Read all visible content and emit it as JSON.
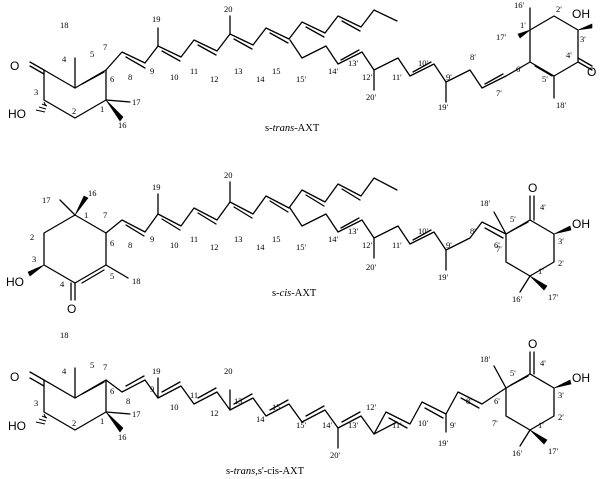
{
  "structures": [
    {
      "caption": {
        "prefix": "s-",
        "italic": "trans",
        "suffix": "-AXT"
      },
      "atoms": {
        "o_ketone_left": "O",
        "oh_left": "HO",
        "o_ketone_right": "O",
        "oh_right": "OH"
      },
      "left_ring_labels": [
        "18",
        "5",
        "4",
        "3",
        "2",
        "1",
        "17",
        "16",
        "6"
      ],
      "right_ring_labels": [
        "16'",
        "1'",
        "2'",
        "3'",
        "4'",
        "5'",
        "6'",
        "17'",
        "18'"
      ],
      "chain_labels": [
        "7",
        "8",
        "9",
        "10",
        "11",
        "12",
        "13",
        "14",
        "15",
        "15'",
        "14'",
        "13'",
        "12'",
        "11'",
        "10'",
        "9'",
        "8'",
        "7'"
      ],
      "methyl_labels": [
        "19",
        "20",
        "20'",
        "19'"
      ]
    },
    {
      "caption": {
        "prefix": "s-",
        "italic": "cis",
        "suffix": "-AXT"
      },
      "atoms": {
        "o_ketone_left": "O",
        "oh_left": "HO",
        "o_ketone_right": "O",
        "oh_right": "OH"
      },
      "left_ring_labels": [
        "17",
        "16",
        "1",
        "2",
        "6",
        "3",
        "4",
        "5",
        "18"
      ],
      "right_ring_labels": [
        "4'",
        "18'",
        "5'",
        "3'",
        "6'",
        "2'",
        "1'",
        "16'",
        "17'"
      ],
      "chain_labels": [
        "7",
        "8",
        "9",
        "10",
        "11",
        "12",
        "13",
        "14",
        "15",
        "15'",
        "14'",
        "13'",
        "12'",
        "11'",
        "10'",
        "9'",
        "8'",
        "7'"
      ],
      "methyl_labels": [
        "19",
        "20",
        "20'",
        "19'"
      ]
    },
    {
      "caption": {
        "prefix": "s-",
        "italic": "trans",
        "suffix": ",s'-cis-AXT"
      },
      "atoms": {
        "o_ketone_left": "O",
        "oh_left": "HO",
        "o_ketone_right": "O",
        "oh_right": "OH"
      },
      "left_ring_labels": [
        "18",
        "5",
        "4",
        "3",
        "2",
        "1",
        "17",
        "16",
        "6"
      ],
      "right_ring_labels": [
        "4'",
        "18'",
        "5'",
        "3'",
        "6'",
        "2'",
        "1'",
        "16'",
        "17'"
      ],
      "chain_labels": [
        "7",
        "8",
        "9",
        "10",
        "11",
        "12",
        "13",
        "14",
        "15",
        "15'",
        "14'",
        "13'",
        "12'",
        "11'",
        "10'",
        "9'",
        "8'",
        "7'"
      ],
      "methyl_labels": [
        "19",
        "20",
        "20'",
        "19'"
      ]
    }
  ]
}
